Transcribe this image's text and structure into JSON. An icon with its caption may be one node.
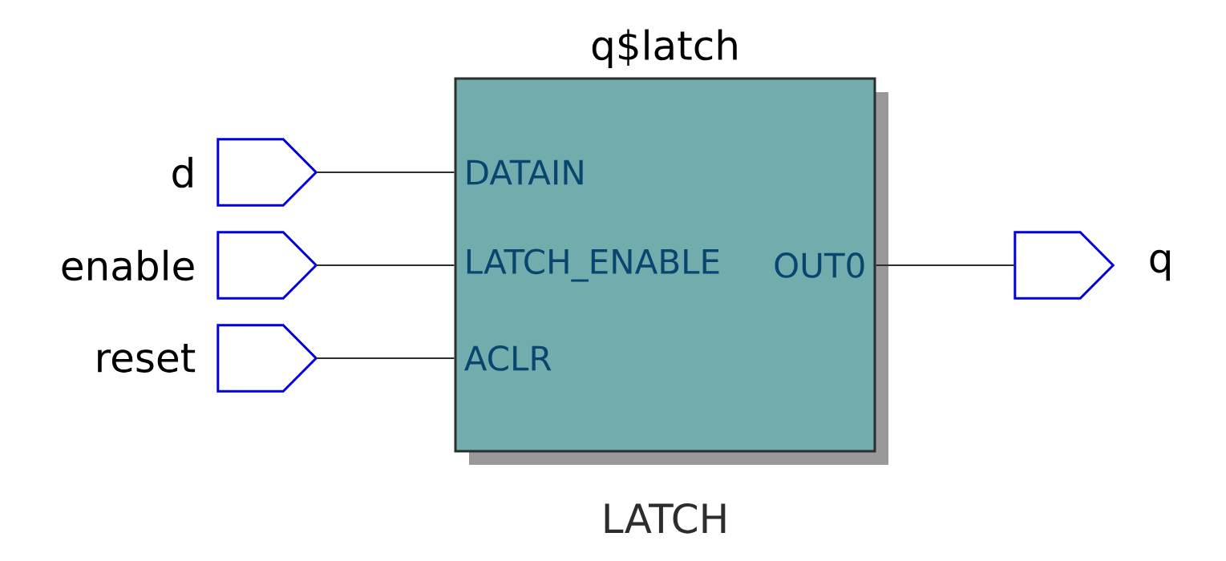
{
  "diagram": {
    "nodes": [
      {
        "text": [
          "d"
        ]
      },
      {
        "text": [
          "enable"
        ]
      },
      {
        "text": [
          "reset"
        ]
      },
      {
        "text": [
          "q$latch"
        ],
        "beside": [
          "LATCH"
        ]
      },
      {
        "text": [
          "DATAIN"
        ],
        "in": 3
      },
      {
        "text": [
          "LATCH_ENABLE"
        ],
        "in": 3
      },
      {
        "text": [
          "ACLR"
        ],
        "in": 3
      },
      {
        "text": [
          "OUT0"
        ],
        "in": 3
      },
      {
        "text": [
          "q"
        ]
      }
    ],
    "edges": [
      {
        "from": 0,
        "to": 4,
        "arrow": "none"
      },
      {
        "from": 1,
        "to": 5,
        "arrow": "none"
      },
      {
        "from": 2,
        "to": 6,
        "arrow": "none"
      },
      {
        "from": 7,
        "to": 8,
        "arrow": "none"
      }
    ]
  }
}
